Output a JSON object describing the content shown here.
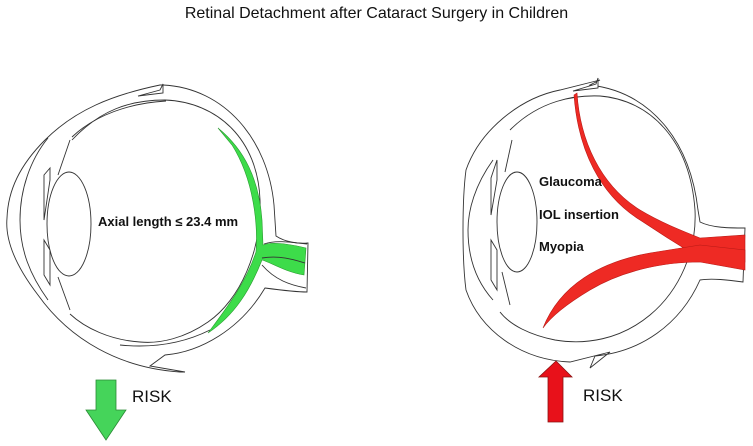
{
  "title": "Retinal Detachment after Cataract Surgery in Children",
  "left_panel": {
    "label": "Axial length ≤ 23.4 mm",
    "risk_label": "RISK",
    "risk_direction": "down",
    "highlight_color": "#3ddc4a",
    "icon": "arrow-down-icon"
  },
  "right_panel": {
    "factors": [
      "Glaucoma",
      "IOL insertion",
      "Myopia"
    ],
    "risk_label": "RISK",
    "risk_direction": "up",
    "highlight_color": "#ee2a24",
    "icon": "arrow-up-icon"
  }
}
